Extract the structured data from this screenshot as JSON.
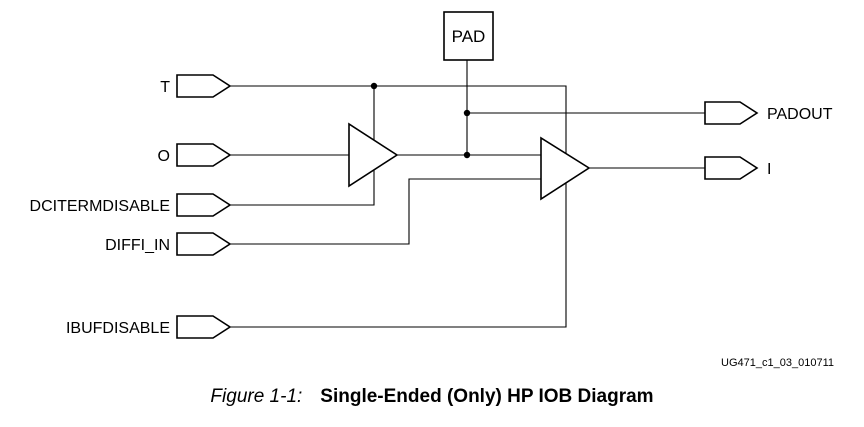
{
  "diagram": {
    "pad_label": "PAD",
    "inputs": {
      "t": "T",
      "o": "O",
      "dcitermdisable": "DCITERMDISABLE",
      "diffi_in": "DIFFI_IN",
      "ibufdisable": "IBUFDISABLE"
    },
    "outputs": {
      "padout": "PADOUT",
      "i": "I"
    },
    "figure_id": "UG471_c1_03_010711"
  },
  "caption": {
    "number": "Figure 1-1:",
    "title": "Single-Ended (Only) HP IOB Diagram"
  }
}
